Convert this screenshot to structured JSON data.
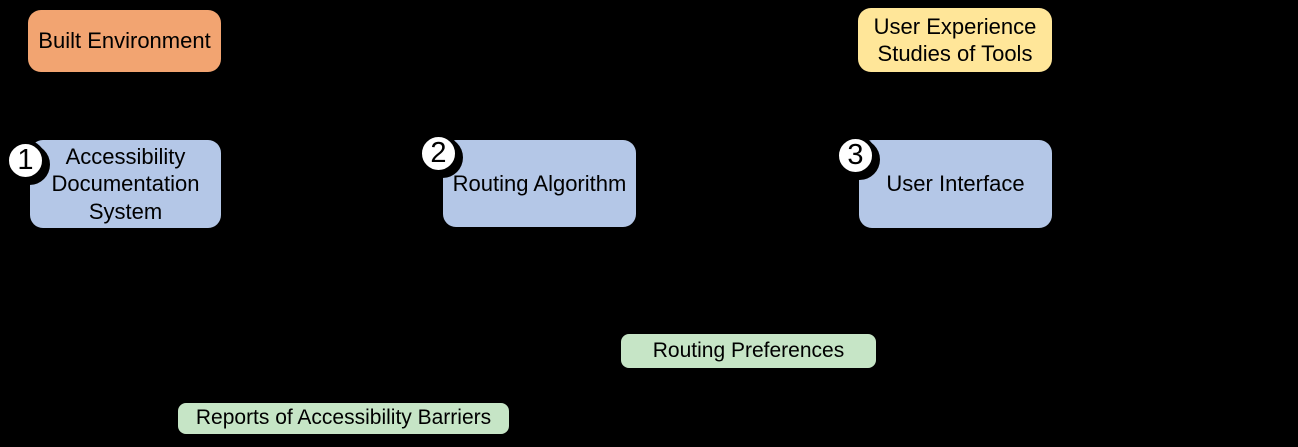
{
  "palette": {
    "background": "#000000",
    "orange": "#F2A471",
    "blue": "#B4C7E7",
    "yellow": "#FFE699",
    "green": "#C6E5C6",
    "badge_fill": "#FFFFFF",
    "badge_border": "#000000",
    "text": "#000000"
  },
  "nodes": {
    "built_environment": {
      "label": "Built Environment",
      "color": "#F2A471"
    },
    "ux_studies": {
      "label": "User Experience Studies of Tools",
      "color": "#FFE699"
    },
    "accessibility_documentation_system": {
      "label": "Accessibility Documentation System",
      "step": "1",
      "color": "#B4C7E7"
    },
    "routing_algorithm": {
      "label": "Routing Algorithm",
      "step": "2",
      "color": "#B4C7E7"
    },
    "user_interface": {
      "label": "User Interface",
      "step": "3",
      "color": "#B4C7E7"
    },
    "routing_preferences": {
      "label": "Routing Preferences",
      "color": "#C6E5C6"
    },
    "reports_of_accessibility_barriers": {
      "label": "Reports of Accessibility Barriers",
      "color": "#C6E5C6"
    }
  },
  "badges": [
    {
      "number": "1"
    },
    {
      "number": "2"
    },
    {
      "number": "3"
    }
  ]
}
